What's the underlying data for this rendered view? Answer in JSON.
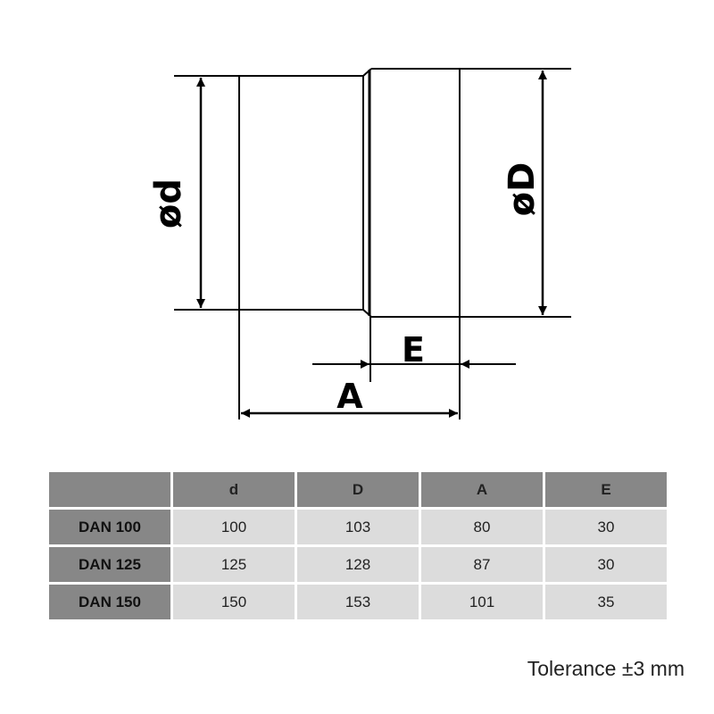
{
  "diagram": {
    "labels": {
      "d": "ød",
      "D": "øD",
      "E": "E",
      "A": "A"
    }
  },
  "table": {
    "headers": [
      "",
      "d",
      "D",
      "A",
      "E"
    ],
    "rows": [
      {
        "model": "DAN 100",
        "values": [
          "100",
          "103",
          "80",
          "30"
        ]
      },
      {
        "model": "DAN 125",
        "values": [
          "125",
          "128",
          "87",
          "30"
        ]
      },
      {
        "model": "DAN 150",
        "values": [
          "150",
          "153",
          "101",
          "35"
        ]
      }
    ]
  },
  "note": "Tolerance ±3 mm"
}
